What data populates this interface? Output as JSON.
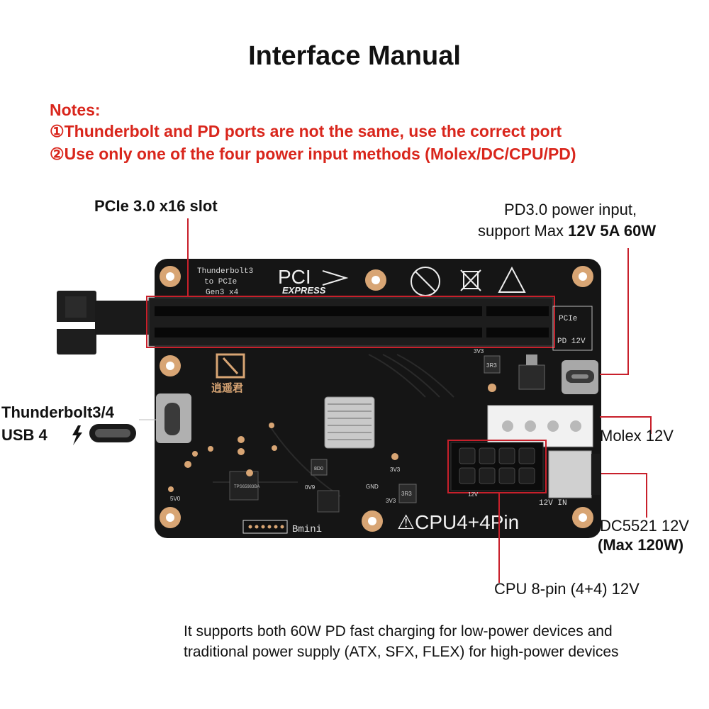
{
  "title": "Interface Manual",
  "notes": {
    "heading": "Notes:",
    "items": [
      "①Thunderbolt and PD ports are not the same, use the correct port",
      "②Use only one of the four power input methods (Molex/DC/CPU/PD)"
    ]
  },
  "labels": {
    "pcie_slot": "PCIe 3.0 x16 slot",
    "pd_line1": "PD3.0 power input,",
    "pd_line2_prefix": "support Max ",
    "pd_line2_bold": "12V 5A 60W",
    "thunderbolt_line1": "Thunderbolt3/4",
    "thunderbolt_line2": "USB 4",
    "molex": "Molex 12V",
    "dc_line1": "DC5521 12V",
    "dc_line2": "(Max 120W)",
    "cpu": "CPU 8-pin (4+4) 12V"
  },
  "board": {
    "silk_top": [
      "Thunderbolt3",
      "to PCIe",
      "Gen3 x4"
    ],
    "pci_logo_top": "PCI",
    "pci_logo_bottom": "EXPRESS",
    "pcie_tag": "PCIe",
    "pd_tag": "PD 12V",
    "brand": "逍遥君",
    "cpu_marking": "⚠CPU4+4Pin",
    "bmini": "Bmini",
    "twelve_v_in": "12V IN",
    "v5": "5V0",
    "v3_1": "3V3",
    "v3_2": "3V3",
    "v3_3": "3V3",
    "gnd": "GND",
    "v0_9": "0V9",
    "twelve_v_small": "12V",
    "chip_3r3a": "3R3",
    "chip_3r3b": "3R3",
    "chip_8d0": "8D0"
  },
  "footer": {
    "line1": "It supports both 60W PD fast charging for low-power devices and",
    "line2": "traditional power supply (ATX, SFX, FLEX) for high-power devices"
  },
  "colors": {
    "note_red": "#d9261c",
    "callout_red": "#c8202b",
    "board": "#161616",
    "copper": "#d8a574"
  }
}
